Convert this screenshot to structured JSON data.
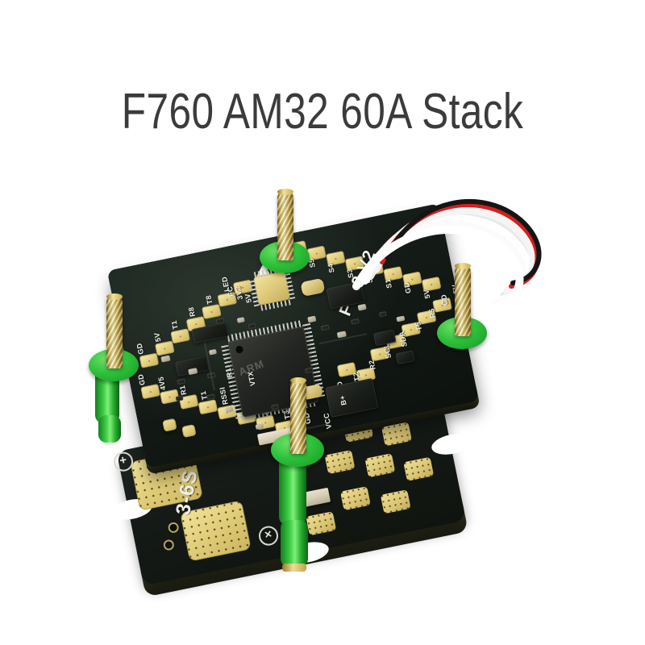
{
  "title": "F760 AM32 60A Stack",
  "background_color": "#ffffff",
  "title_color": "#3b3b3b",
  "product": {
    "type": "fpv-drone-flight-controller-stack",
    "flight_controller": {
      "silkscreen": "F722 V2",
      "mcu_marking": "ARM",
      "orientation_marker": "arrow",
      "pcb_color": "#141a16",
      "pad_color": "#e6d284",
      "pads_top_left": [
        "GD",
        "5V",
        "T1",
        "R8",
        "T8",
        "LED"
      ],
      "pads_top_right": [
        "S6",
        "S5",
        "S4",
        "S3",
        "S2",
        "S1",
        "GD",
        "5V"
      ],
      "pads_left": [
        "GD",
        "4V5",
        "R1",
        "T1",
        "RSSI",
        "VTX",
        "R3",
        "T3",
        "GD",
        "VCC"
      ],
      "pads_right": [
        "GD",
        "T2",
        "R2",
        "SCL",
        "SDA",
        "T5",
        "R5",
        "GD",
        "5V"
      ],
      "inner_labels": [
        "FC",
        "3V3",
        "5V",
        "R1",
        "VTX",
        "B+"
      ]
    },
    "esc": {
      "silkscreen": "3-6S",
      "voltage_range": "3-6S",
      "current_rating": "60A",
      "firmware": "AM32",
      "pcb_color": "#151a17",
      "battery_pad_positive": "+",
      "battery_pad_negative": "×"
    },
    "hardware": {
      "standoff_count": 4,
      "standoff_color": "#e6cf7e",
      "grommet_color": "#2fc23a",
      "grommet_label": "green-silicone-grommet"
    },
    "cable": {
      "label": "ribbon-harness",
      "wire_colors": [
        "#ffffff",
        "#d42020",
        "#151515"
      ],
      "wire_count": 8
    }
  }
}
